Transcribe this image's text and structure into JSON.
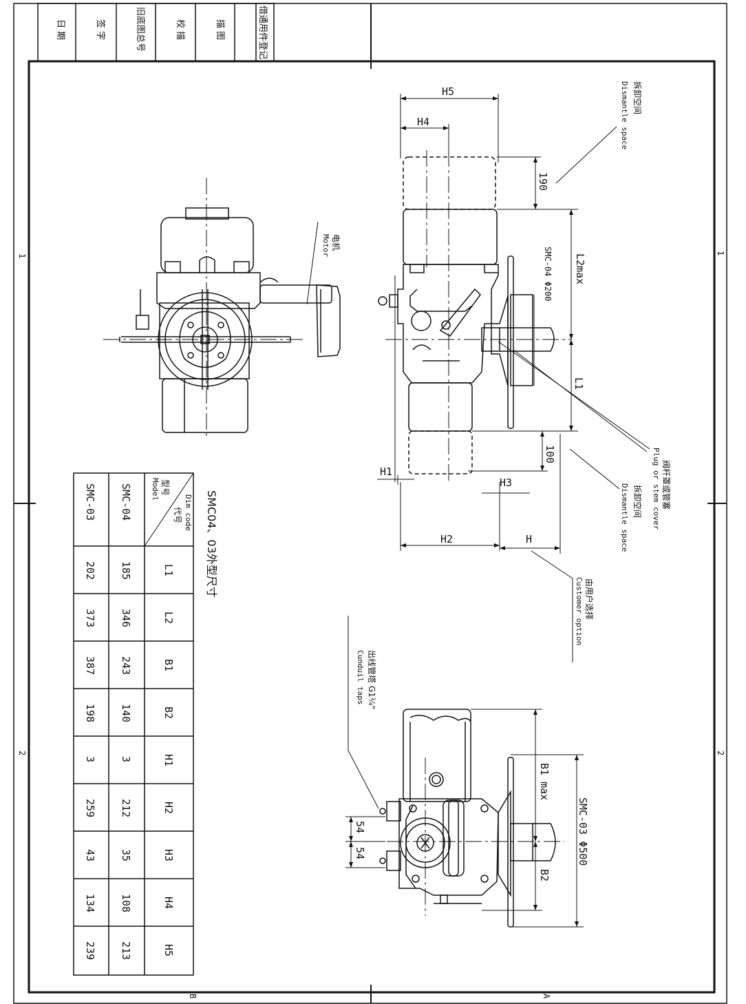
{
  "title_block": {
    "cells": [
      "日 期",
      "签 字",
      "旧底图总号",
      "校 描",
      "描 图",
      "借通用件登记"
    ]
  },
  "zone_marks": {
    "row_1": "1",
    "row_2": "2",
    "col_b": "B",
    "col_a": "A"
  },
  "table": {
    "title": "SMC04、03外型尺寸",
    "header_top": "代号",
    "header_top_en": "Dim code",
    "header_side": "型号",
    "header_side_en": "Model",
    "columns": [
      "L1",
      "L2",
      "B1",
      "B2",
      "H1",
      "H2",
      "H3",
      "H4",
      "H5"
    ],
    "rows": [
      {
        "model": "SMC-04",
        "values": [
          "185",
          "346",
          "243",
          "140",
          "3",
          "212",
          "35",
          "108",
          "213"
        ]
      },
      {
        "model": "SMC-03",
        "values": [
          "202",
          "373",
          "387",
          "198",
          "3",
          "259",
          "43",
          "134",
          "239"
        ]
      }
    ]
  },
  "labels": {
    "motor_cn": "电机",
    "motor_en": "Motor",
    "dismantle_cn": "拆卸空间",
    "dismantle_en": "Dismantle space",
    "plug_cn": "阀杆罩或管塞",
    "plug_en": "Plug or stem cover",
    "customer_cn": "由用户选择",
    "customer_en": "Customer option",
    "conduit_cn": "出线管塔 G1¼\"",
    "conduit_en": "Cunduil taps",
    "smc04_hw": "SMC-04 Φ200",
    "smc03_hw": "SMC-03 Φ500"
  },
  "dims": {
    "h5": "H5",
    "h4": "H4",
    "d190": "190",
    "l2max": "L2max",
    "l1": "L1",
    "d100": "100",
    "h1": "H1",
    "h3": "H3",
    "h2": "H2",
    "h": "H",
    "b1max": "B1 max",
    "b2": "B2",
    "d54a": "54",
    "d54b": "54"
  }
}
